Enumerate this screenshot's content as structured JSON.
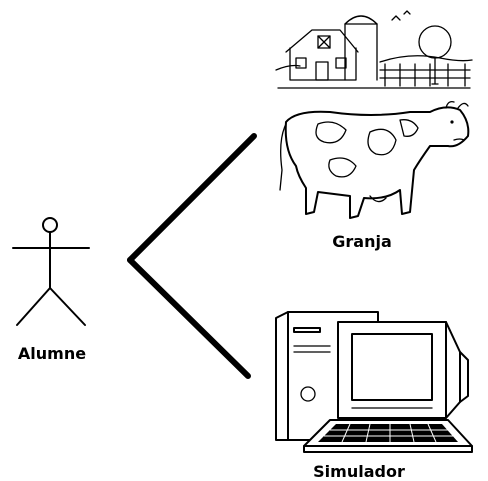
{
  "actor": {
    "label": "Alumne",
    "icon": "stick-figure-icon"
  },
  "targets": [
    {
      "label": "Granja",
      "icon": "farm-cow-icon"
    },
    {
      "label": "Simulador",
      "icon": "computer-icon"
    }
  ],
  "colors": {
    "background": "#ffffff",
    "ink": "#000000"
  }
}
